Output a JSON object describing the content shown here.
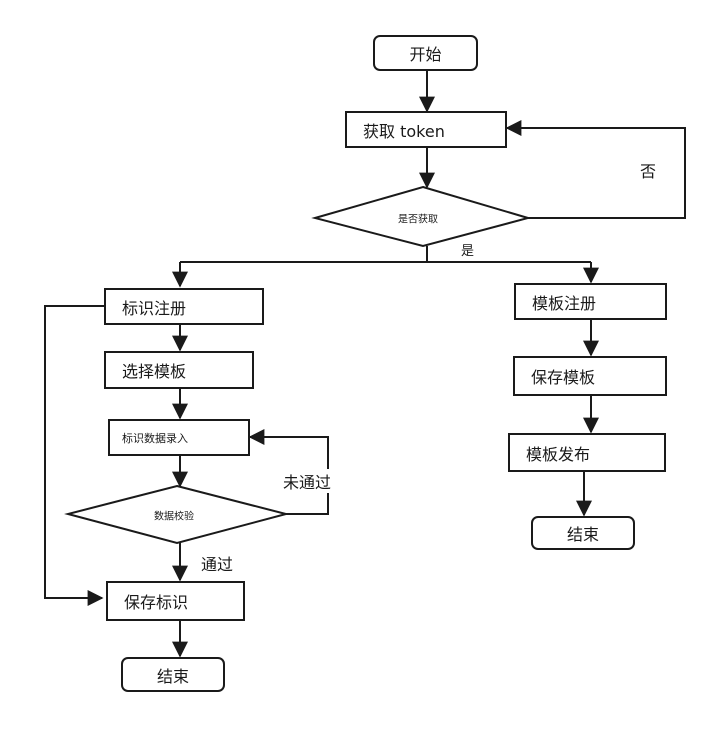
{
  "nodes": {
    "start": "开始",
    "get_token": "获取 token",
    "check_obtained": "是否获取",
    "mark_register": "标识注册",
    "choose_template": "选择模板",
    "mark_data_entry": "标识数据录入",
    "data_check": "数据校验",
    "save_mark": "保存标识",
    "end_left": "结束",
    "template_register": "模板注册",
    "save_template": "保存模板",
    "template_publish": "模板发布",
    "end_right": "结束"
  },
  "edge_labels": {
    "no": "否",
    "yes": "是",
    "not_passed": "未通过",
    "passed": "通过"
  }
}
